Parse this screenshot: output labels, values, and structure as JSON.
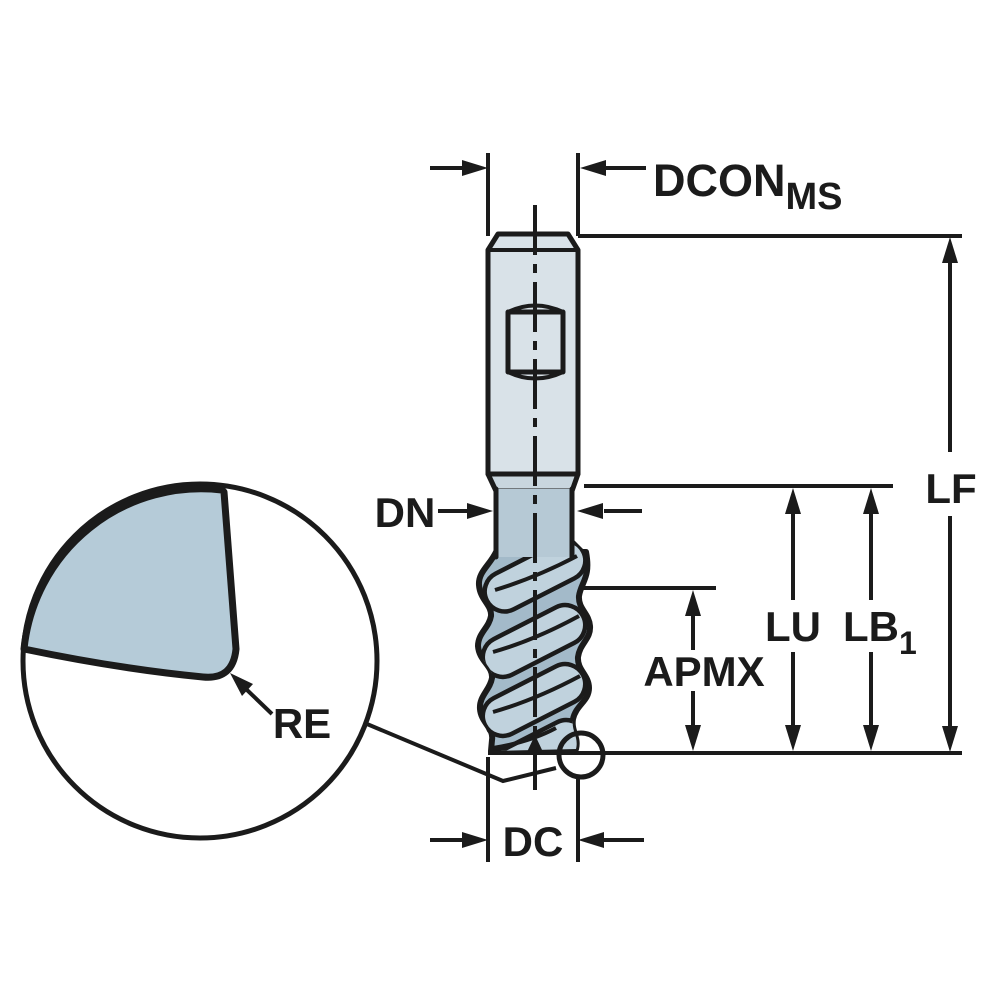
{
  "diagram": {
    "title": "end-mill dimension drawing",
    "labels": {
      "dcon_base": "DCON",
      "dcon_sub": "MS",
      "dn": "DN",
      "lu": "LU",
      "lb_base": "LB",
      "lb_sub": "1",
      "lf": "LF",
      "apmx": "APMX",
      "dc": "DC",
      "re": "RE"
    },
    "colors": {
      "background": "#ffffff",
      "line": "#1b1b1b",
      "shank_fill": "#d9e2e8",
      "neck_fill": "#b6c9d5",
      "flute_fill": "#a3bac9",
      "flute_lobe_fill": "#c0d2dd",
      "detail_corner_fill": "#b5cbd8"
    }
  }
}
